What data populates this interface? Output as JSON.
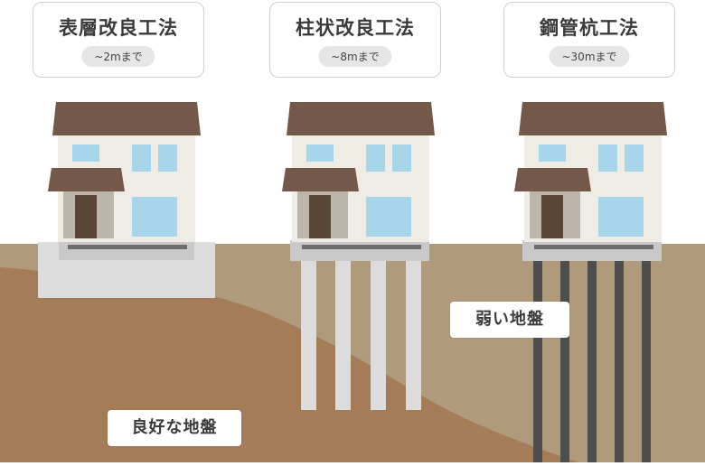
{
  "methods": [
    {
      "title": "表層改良工法",
      "depth": "~2mまで"
    },
    {
      "title": "柱状改良工法",
      "depth": "~8mまで"
    },
    {
      "title": "鋼管杭工法",
      "depth": "~30mまで"
    }
  ],
  "labels": {
    "weak_ground": "弱い地盤",
    "good_ground": "良好な地盤"
  },
  "colors": {
    "weak_soil": "#b09a7c",
    "good_soil": "#a47d58",
    "roof": "#74584a",
    "wall": "#efece6",
    "window": "#a7d5e9",
    "improvement": "#dcdcdc",
    "steel_pile": "#4e4e4e"
  }
}
